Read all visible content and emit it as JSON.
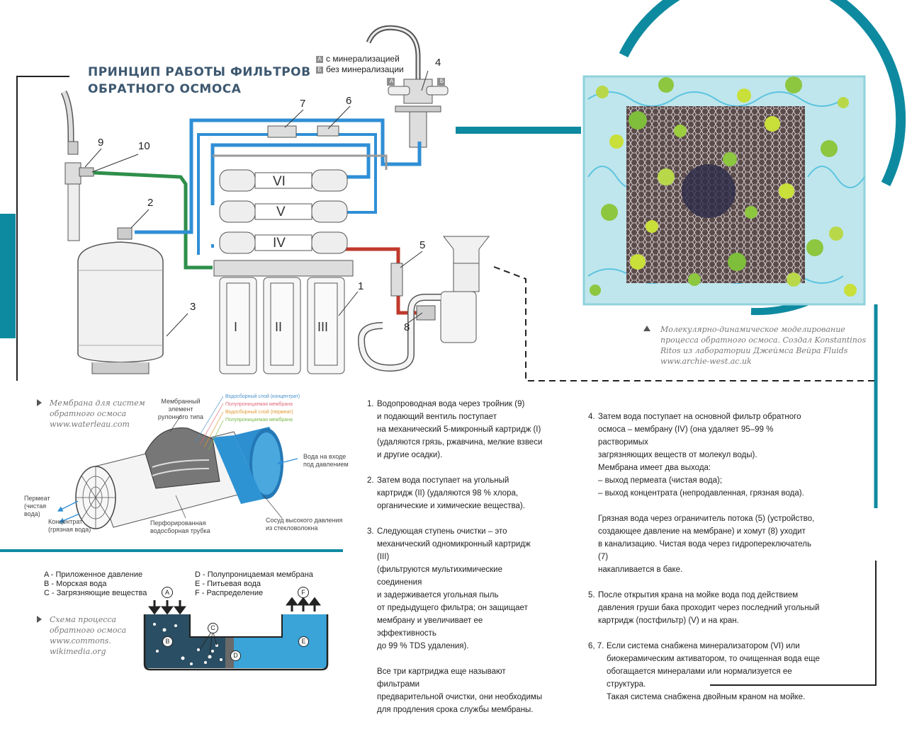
{
  "title": {
    "line1": "ПРИНЦИП РАБОТЫ ФИЛЬТРОВ",
    "line2": "ОБРАТНОГО ОСМОСА"
  },
  "faucet_legend": {
    "a_marker": "А",
    "a_text": "с минерализацией",
    "b_marker": "Б",
    "b_text": "без минерализации"
  },
  "system": {
    "stage_labels": [
      "I",
      "II",
      "III",
      "IV",
      "V",
      "VI"
    ],
    "callouts": [
      "1",
      "2",
      "3",
      "4",
      "5",
      "6",
      "7",
      "8",
      "9",
      "10"
    ],
    "faucet_markers": [
      "А",
      "Б"
    ]
  },
  "membrane": {
    "caption": [
      "Мембрана для систем",
      "обратного осмоса",
      "www.waterleau.com"
    ],
    "element_label": [
      "Мембранный",
      "элемент",
      "рулонного типа"
    ],
    "layers": [
      {
        "text": "Водосборный слой (концентрат)",
        "color": "#4a90c8"
      },
      {
        "text": "Полупроницаемая мембрана",
        "color": "#e06a7a"
      },
      {
        "text": "Водосборный слой (пермеат)",
        "color": "#e09a30"
      },
      {
        "text": "Полупроницаемая мембрана",
        "color": "#7ab84a"
      }
    ],
    "inlet": [
      "Вода на входе",
      "под давлением"
    ],
    "permeate": [
      "Пермеат",
      "(чистая",
      "вода)"
    ],
    "concentrate": [
      "Концентрат",
      "(грязная вода)"
    ],
    "tube": [
      "Перфорированная",
      "водосборная трубка"
    ],
    "vessel": [
      "Сосуд высокого давления",
      "из стекловолокна"
    ]
  },
  "ro_legend": {
    "left": [
      "A - Приложенное давление",
      "B - Морская вода",
      "C - Загрязняющие вещества"
    ],
    "right": [
      "D - Полупроницаемая мембрана",
      "E - Питьевая вода",
      "F - Распределение"
    ],
    "markers": [
      "A",
      "B",
      "C",
      "D",
      "E",
      "F"
    ],
    "caption": [
      "Схема процесса",
      "обратного осмоса",
      "www.commons.",
      "wikimedia.org"
    ]
  },
  "simulation_caption": [
    "Молекулярно-динамическое моделирование",
    "процесса обратного осмоса. Создал Konstantinos",
    "Ritos из лаборатории Джеймса Вейра Fluids",
    "www.archie-west.ac.uk"
  ],
  "steps_col1": [
    {
      "num": "1.",
      "lines": [
        "Водопроводная вода через тройник (9)",
        "и подающий вентиль поступает",
        "на механический 5-микронный картридж (I)",
        "(удаляются грязь, ржавчина, мелкие взвеси",
        "и другие осадки)."
      ]
    },
    {
      "num": "2.",
      "lines": [
        "Затем вода поступает на угольный",
        "картридж (II) (удаляются 98 % хлора,",
        "органические и химические вещества)."
      ]
    },
    {
      "num": "3.",
      "lines": [
        "Следующая ступень очистки – это",
        "механический одномикронный картридж (III)",
        "(фильтруются мультихимические соединения",
        "и задерживается угольная пыль",
        "от предыдущего фильтра; он защищает",
        "мембрану и увеличивает ее эффективность",
        "до 99 % TDS удаления)."
      ]
    },
    {
      "num": "",
      "lines": [
        "Все три картриджа еще называют фильтрами",
        "предварительной очистки, они необходимы",
        "для продления срока службы мембраны."
      ]
    }
  ],
  "steps_col2": [
    {
      "num": "4.",
      "lines": [
        "Затем вода поступает на основной фильтр обратного",
        "осмоса – мембрану (IV) (она удаляет 95–99 % растворимых",
        "загрязняющих веществ от молекул воды).",
        "Мембрана имеет два выхода:",
        "– выход пермеата (чистая вода);",
        "– выход концентрата (непродавленная, грязная вода)."
      ]
    },
    {
      "num": "",
      "lines": [
        "Грязная вода через ограничитель потока (5) (устройство,",
        "создающее давление на мембране) и хомут (8) уходит",
        "в канализацию. Чистая вода через гидропереключатель (7)",
        "накапливается в баке."
      ]
    },
    {
      "num": "5.",
      "lines": [
        "После открытия крана на мойке вода под действием",
        "давления груши бака проходит через последний угольный",
        "картридж (постфильтр) (V) и на кран."
      ]
    },
    {
      "num": "6, 7.",
      "lines": [
        "Если система снабжена минерализатором (VI) или",
        "биокерамическим активатором, то очищенная вода еще",
        "обогащается минералами или нормализуется ее структура.",
        "Такая система снабжена двойным краном на мойке."
      ]
    }
  ],
  "colors": {
    "teal": "#0e8aa0",
    "navy": "#3d5870",
    "blue_pipe": "#2f8fd6",
    "green_pipe": "#2e8f4a",
    "red_pipe": "#c0392b"
  }
}
